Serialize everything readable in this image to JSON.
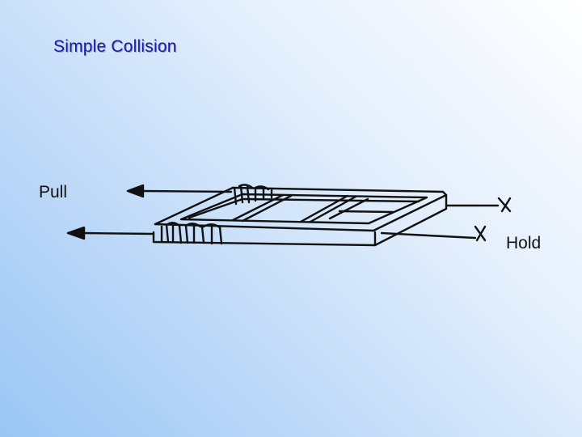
{
  "slide": {
    "title": "Simple Collision"
  },
  "diagram": {
    "pull_label": "Pull",
    "hold_label": "Hold"
  },
  "colors": {
    "title": "#1a1ab0",
    "ink": "#111111"
  }
}
